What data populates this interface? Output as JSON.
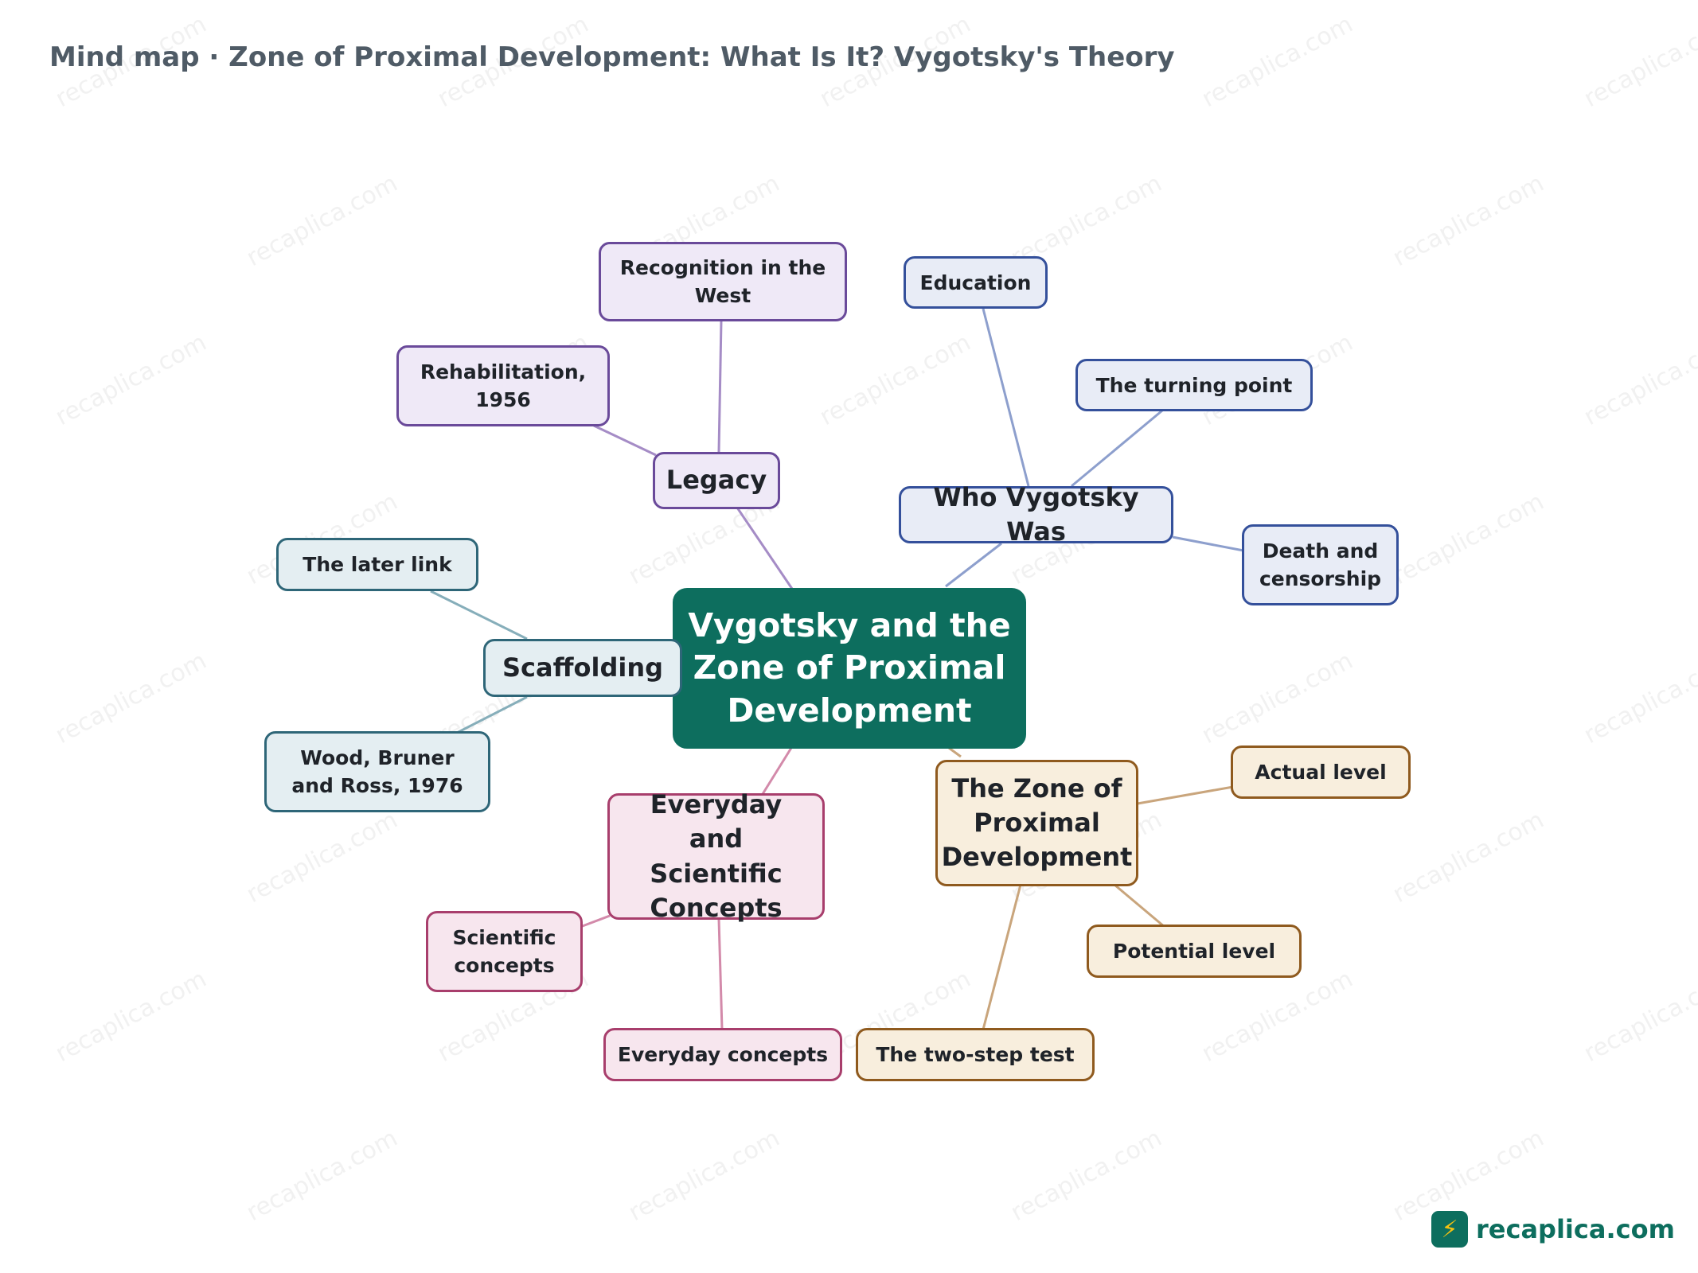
{
  "header": {
    "title": "Mind map · Zone of Proximal Development: What Is It? Vygotsky's Theory"
  },
  "mindmap": {
    "root": "Vygotsky and the Zone of Proximal Development",
    "branches": {
      "legacy": {
        "label": "Legacy",
        "children": [
          "Recognition in the West",
          "Rehabilitation, 1956"
        ]
      },
      "who": {
        "label": "Who Vygotsky Was",
        "children": [
          "Education",
          "The turning point",
          "Death and censorship"
        ]
      },
      "scaffolding": {
        "label": "Scaffolding",
        "children": [
          "The later link",
          "Wood, Bruner and Ross, 1976"
        ]
      },
      "everyday": {
        "label": "Everyday and Scientific Concepts",
        "children": [
          "Scientific concepts",
          "Everyday concepts"
        ]
      },
      "zpd": {
        "label": "The Zone of Proximal Development",
        "children": [
          "Actual level",
          "Potential level",
          "The two-step test"
        ]
      }
    }
  },
  "colors": {
    "root": "#0d6e5e",
    "legacy": "#6a4a9a",
    "who": "#34509b",
    "scaffolding": "#2e6678",
    "everyday": "#a83e6c",
    "zpd": "#8f5a1e"
  },
  "watermark": "recaplica.com",
  "brand": {
    "icon": "lightning-book-icon",
    "name": "recaplica.com"
  }
}
